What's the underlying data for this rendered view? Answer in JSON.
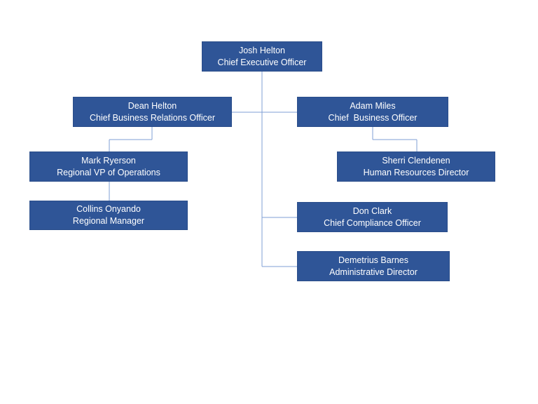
{
  "org_chart": {
    "nodes": [
      {
        "id": "ceo",
        "name": "Josh Helton",
        "title": "Chief Executive Officer"
      },
      {
        "id": "cbro",
        "name": "Dean Helton",
        "title": "Chief Business Relations Officer"
      },
      {
        "id": "cbo",
        "name": "Adam Miles",
        "title": "Chief  Business Officer"
      },
      {
        "id": "rvp",
        "name": "Mark Ryerson",
        "title": "Regional VP of Operations"
      },
      {
        "id": "hrd",
        "name": "Sherri Clendenen",
        "title": "Human Resources Director"
      },
      {
        "id": "rm",
        "name": "Collins Onyando",
        "title": "Regional Manager"
      },
      {
        "id": "cco",
        "name": "Don Clark",
        "title": "Chief Compliance Officer"
      },
      {
        "id": "ad",
        "name": "Demetrius Barnes",
        "title": "Administrative Director"
      }
    ],
    "colors": {
      "box": "#2f5597",
      "connector": "#7f9fd6",
      "text": "#ffffff"
    }
  }
}
